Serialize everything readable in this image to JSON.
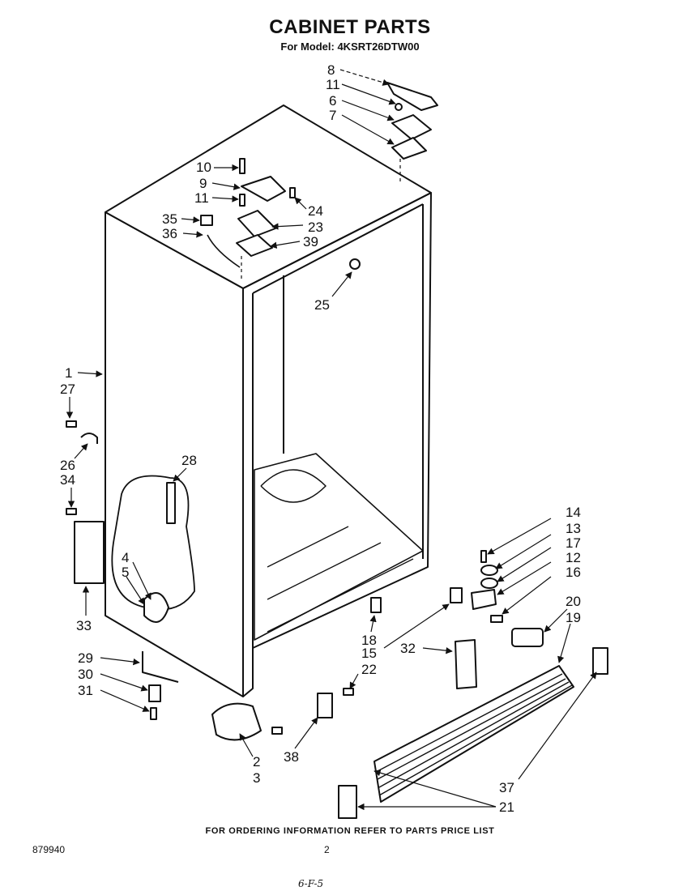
{
  "header": {
    "title": "CABINET PARTS",
    "model_line": "For Model: 4KSRT26DTW00"
  },
  "footer": {
    "ordering_note": "FOR ORDERING INFORMATION REFER TO PARTS PRICE LIST",
    "document_number": "879940",
    "page_number": "2",
    "handwritten_note": "6-F-5"
  },
  "callouts": [
    {
      "id": "c8",
      "label": "8"
    },
    {
      "id": "c11a",
      "label": "11"
    },
    {
      "id": "c6",
      "label": "6"
    },
    {
      "id": "c7",
      "label": "7"
    },
    {
      "id": "c10",
      "label": "10"
    },
    {
      "id": "c9",
      "label": "9"
    },
    {
      "id": "c11b",
      "label": "11"
    },
    {
      "id": "c24",
      "label": "24"
    },
    {
      "id": "c35",
      "label": "35"
    },
    {
      "id": "c23",
      "label": "23"
    },
    {
      "id": "c36",
      "label": "36"
    },
    {
      "id": "c39",
      "label": "39"
    },
    {
      "id": "c25",
      "label": "25"
    },
    {
      "id": "c1",
      "label": "1"
    },
    {
      "id": "c27",
      "label": "27"
    },
    {
      "id": "c26",
      "label": "26"
    },
    {
      "id": "c34",
      "label": "34"
    },
    {
      "id": "c28",
      "label": "28"
    },
    {
      "id": "c4",
      "label": "4"
    },
    {
      "id": "c5",
      "label": "5"
    },
    {
      "id": "c33",
      "label": "33"
    },
    {
      "id": "c29",
      "label": "29"
    },
    {
      "id": "c30",
      "label": "30"
    },
    {
      "id": "c31",
      "label": "31"
    },
    {
      "id": "c14",
      "label": "14"
    },
    {
      "id": "c13",
      "label": "13"
    },
    {
      "id": "c17",
      "label": "17"
    },
    {
      "id": "c12",
      "label": "12"
    },
    {
      "id": "c16",
      "label": "16"
    },
    {
      "id": "c20",
      "label": "20"
    },
    {
      "id": "c19",
      "label": "19"
    },
    {
      "id": "c18",
      "label": "18"
    },
    {
      "id": "c15",
      "label": "15"
    },
    {
      "id": "c32",
      "label": "32"
    },
    {
      "id": "c22",
      "label": "22"
    },
    {
      "id": "c2",
      "label": "2"
    },
    {
      "id": "c3",
      "label": "3"
    },
    {
      "id": "c38",
      "label": "38"
    },
    {
      "id": "c37",
      "label": "37"
    },
    {
      "id": "c21",
      "label": "21"
    }
  ]
}
